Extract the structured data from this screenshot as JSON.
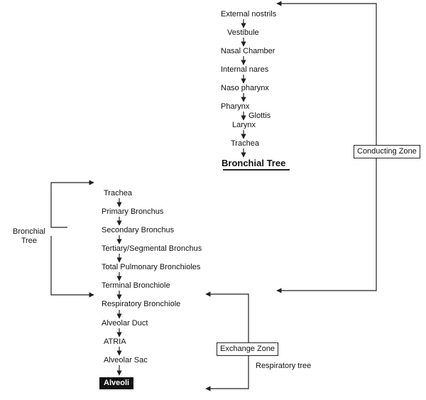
{
  "upper_chain": [
    "External nostrils",
    "Vestibule",
    "Nasal Chamber",
    "Internal nares",
    "Naso pharynx",
    "Pharynx"
  ],
  "glottis_label": "Glottis",
  "larynx": "Larynx",
  "trachea_upper": "Trachea",
  "bronchial_tree_title": "Bronchial Tree",
  "lower_chain": [
    "Trachea",
    "Primary Bronchus",
    "Secondary Bronchus",
    "Tertiary/Segmental Bronchus",
    "Total Pulmonary Bronchioles",
    "Terminal Bronchiole",
    "Respiratory Bronchiole",
    "Alveolar Duct",
    "ATRIA",
    "Alveolar Sac"
  ],
  "alveoli": "Alveoli",
  "bronchial_tree_side_label": [
    "Bronchial",
    "Tree"
  ],
  "conducting_zone": "Conducting Zone",
  "exchange_zone": "Exchange Zone",
  "respiratory_tree": "Respiratory tree",
  "colors": {
    "line": "#222222",
    "alveoli_fill": "#111111"
  }
}
